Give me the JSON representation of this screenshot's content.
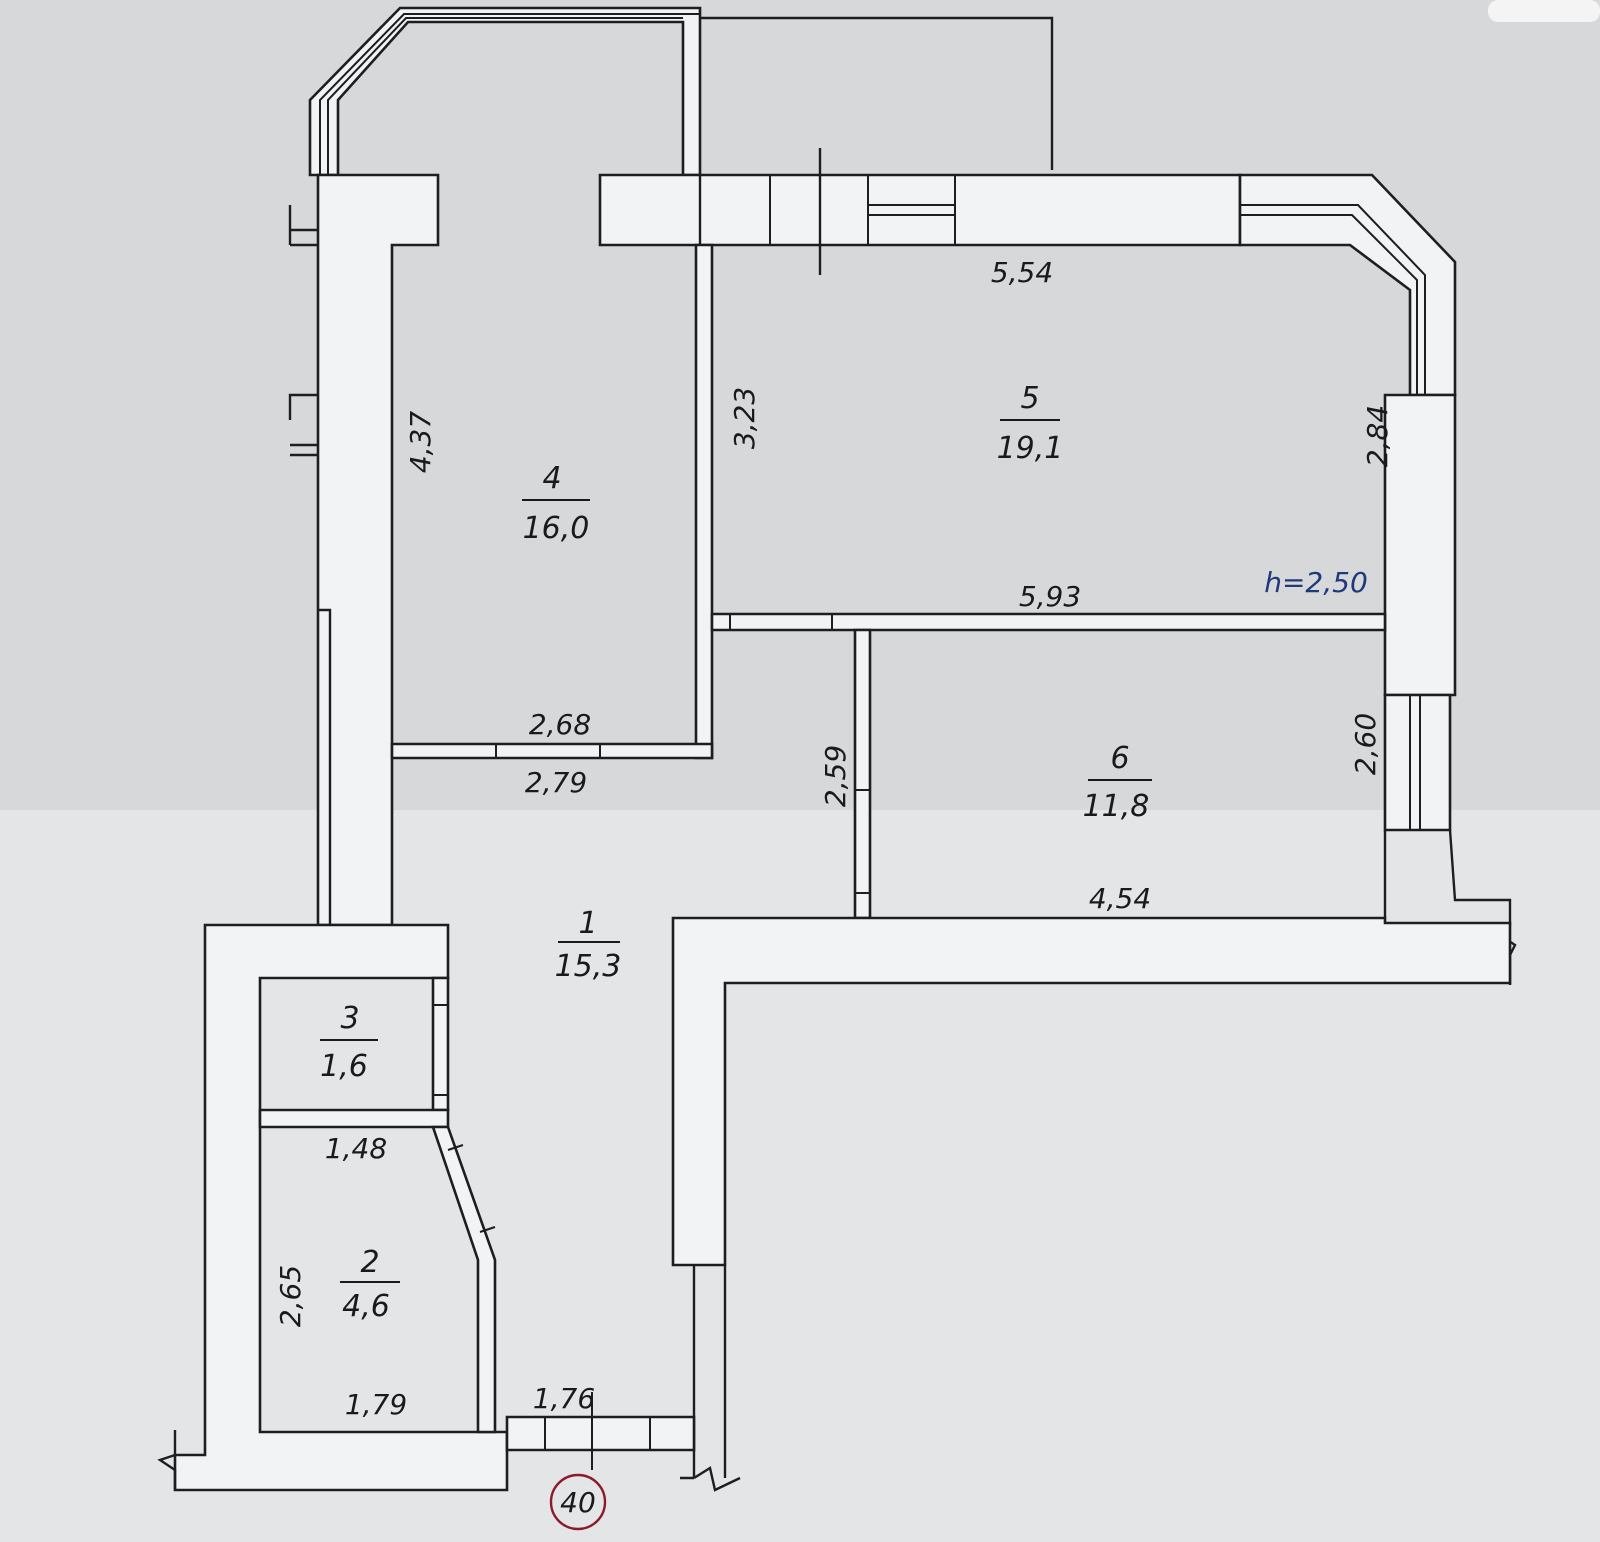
{
  "plan": {
    "rooms": [
      {
        "id": "1",
        "area": "15,3"
      },
      {
        "id": "2",
        "area": "4,6"
      },
      {
        "id": "3",
        "area": "1,6"
      },
      {
        "id": "4",
        "area": "16,0"
      },
      {
        "id": "5",
        "area": "19,1"
      },
      {
        "id": "6",
        "area": "11,8"
      }
    ],
    "dimensions": {
      "r5_top": "5,54",
      "r5_bottom": "5,93",
      "r5_left": "3,23",
      "r5_right": "2,84",
      "r4_left": "4,37",
      "r4_bottom_inner": "2,68",
      "r4_bottom_outer": "2,79",
      "r6_left": "2,59",
      "r6_right": "2,60",
      "r6_bottom": "4,54",
      "r2_top": "1,48",
      "r2_left": "2,65",
      "r2_bottom": "1,79",
      "entry": "1,76"
    },
    "ceiling_height": "h=2,50",
    "apartment_number": "40"
  },
  "colors": {
    "paper": "#d9dbdc",
    "wall_fill": "#f2f3f4",
    "line": "#1e1e1e",
    "height_label": "#1f3a7a",
    "number_circle": "#8b1a2b"
  }
}
